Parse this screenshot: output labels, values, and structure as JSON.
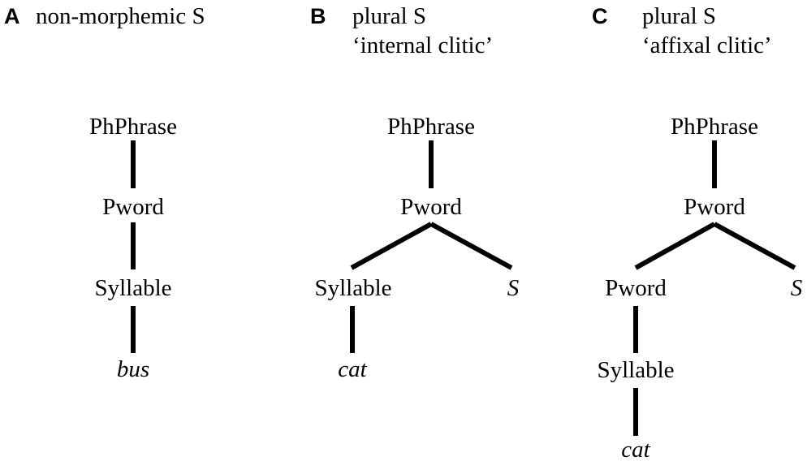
{
  "panels": [
    {
      "letter": "A",
      "title_lines": [
        "non-morphemic S"
      ],
      "nodes": {
        "phphrase": "PhPhrase",
        "pword": "Pword",
        "syllable": "Syllable",
        "word": "bus"
      }
    },
    {
      "letter": "B",
      "title_lines": [
        "plural S",
        "‘internal clitic’"
      ],
      "nodes": {
        "phphrase": "PhPhrase",
        "pword": "Pword",
        "syllable": "Syllable",
        "s": "S",
        "word": "cat"
      }
    },
    {
      "letter": "C",
      "title_lines": [
        "plural S",
        "‘affixal clitic’"
      ],
      "nodes": {
        "phphrase": "PhPhrase",
        "pword_outer": "Pword",
        "pword_inner": "Pword",
        "s": "S",
        "syllable": "Syllable",
        "word": "cat"
      }
    }
  ],
  "colors": {
    "ink": "#000000",
    "background": "#ffffff"
  }
}
